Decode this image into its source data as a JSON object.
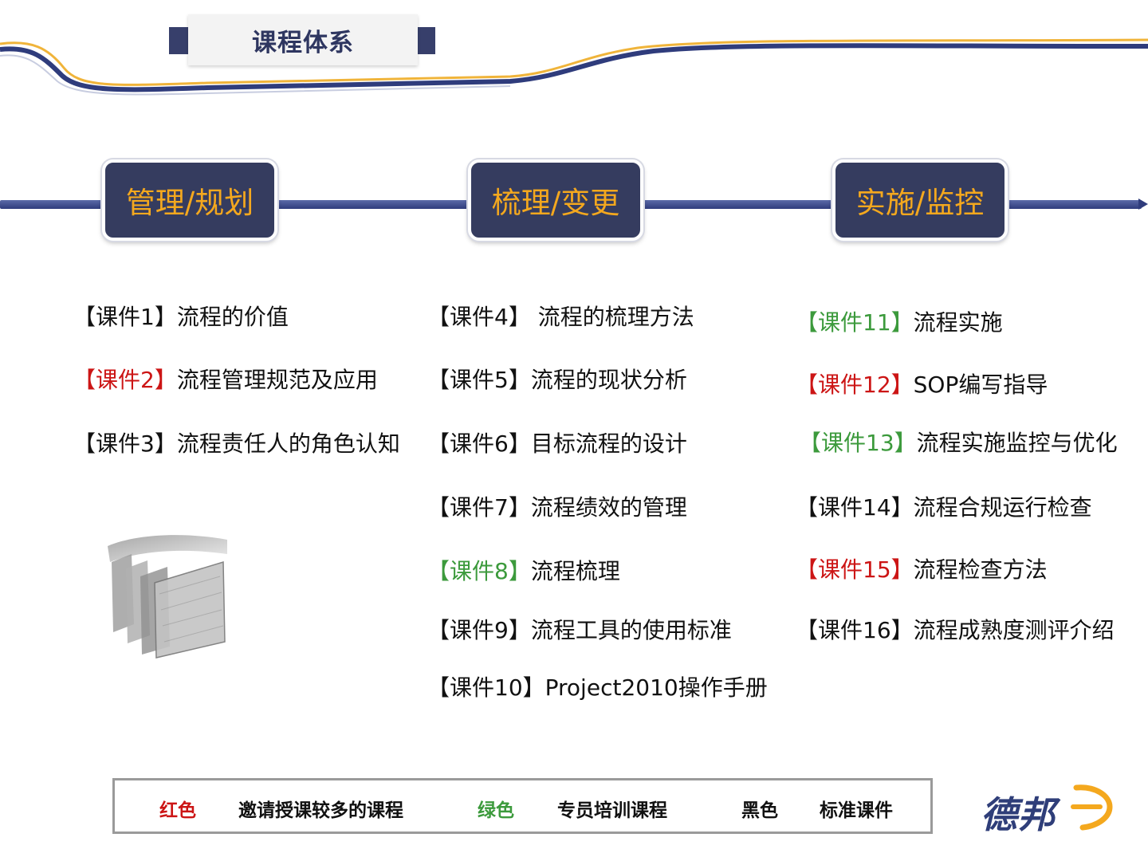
{
  "header": {
    "title": "课程体系"
  },
  "phases": [
    {
      "label": "管理/规划"
    },
    {
      "label": "梳理/变更"
    },
    {
      "label": "实施/监控"
    }
  ],
  "courses": {
    "col1": [
      {
        "tag": "【课件1】",
        "title": "流程的价值",
        "color": "black"
      },
      {
        "tag": "【课件2】",
        "title": "流程管理规范及应用",
        "color": "red"
      },
      {
        "tag": "【课件3】",
        "title": "流程责任人的角色认知",
        "color": "black"
      }
    ],
    "col2": [
      {
        "tag": "【课件4】",
        "title": " 流程的梳理方法",
        "color": "black"
      },
      {
        "tag": "【课件5】",
        "title": "流程的现状分析",
        "color": "black"
      },
      {
        "tag": "【课件6】",
        "title": "目标流程的设计",
        "color": "black"
      },
      {
        "tag": "【课件7】",
        "title": "流程绩效的管理",
        "color": "black"
      },
      {
        "tag": "【课件8】",
        "title": "流程梳理",
        "color": "green"
      },
      {
        "tag": "【课件9】",
        "title": "流程工具的使用标准",
        "color": "black"
      },
      {
        "tag": "【课件10】",
        "title": "Project2010操作手册",
        "color": "black"
      }
    ],
    "col3": [
      {
        "tag": "【课件11】",
        "title": "流程实施",
        "color": "green"
      },
      {
        "tag": "【课件12】",
        "title": "SOP编写指导",
        "color": "red"
      },
      {
        "tag": "【课件13】",
        "title": "流程实施监控与优化",
        "color": "green"
      },
      {
        "tag": "【课件14】",
        "title": "流程合规运行检查",
        "color": "black"
      },
      {
        "tag": "【课件15】",
        "title": "流程检查方法",
        "color": "red"
      },
      {
        "tag": "【课件16】",
        "title": "流程成熟度测评介绍",
        "color": "black"
      }
    ]
  },
  "legend": {
    "red_label": "红色",
    "red_desc": "邀请授课较多的课程",
    "green_label": "绿色",
    "green_desc": "专员培训课程",
    "black_label": "黑色",
    "black_desc": "标准课件"
  },
  "logo": {
    "text": "德邦"
  },
  "colors": {
    "navy": "#353c5f",
    "orange": "#f4a81e",
    "red": "#cc1515",
    "green": "#3c9a3c"
  }
}
